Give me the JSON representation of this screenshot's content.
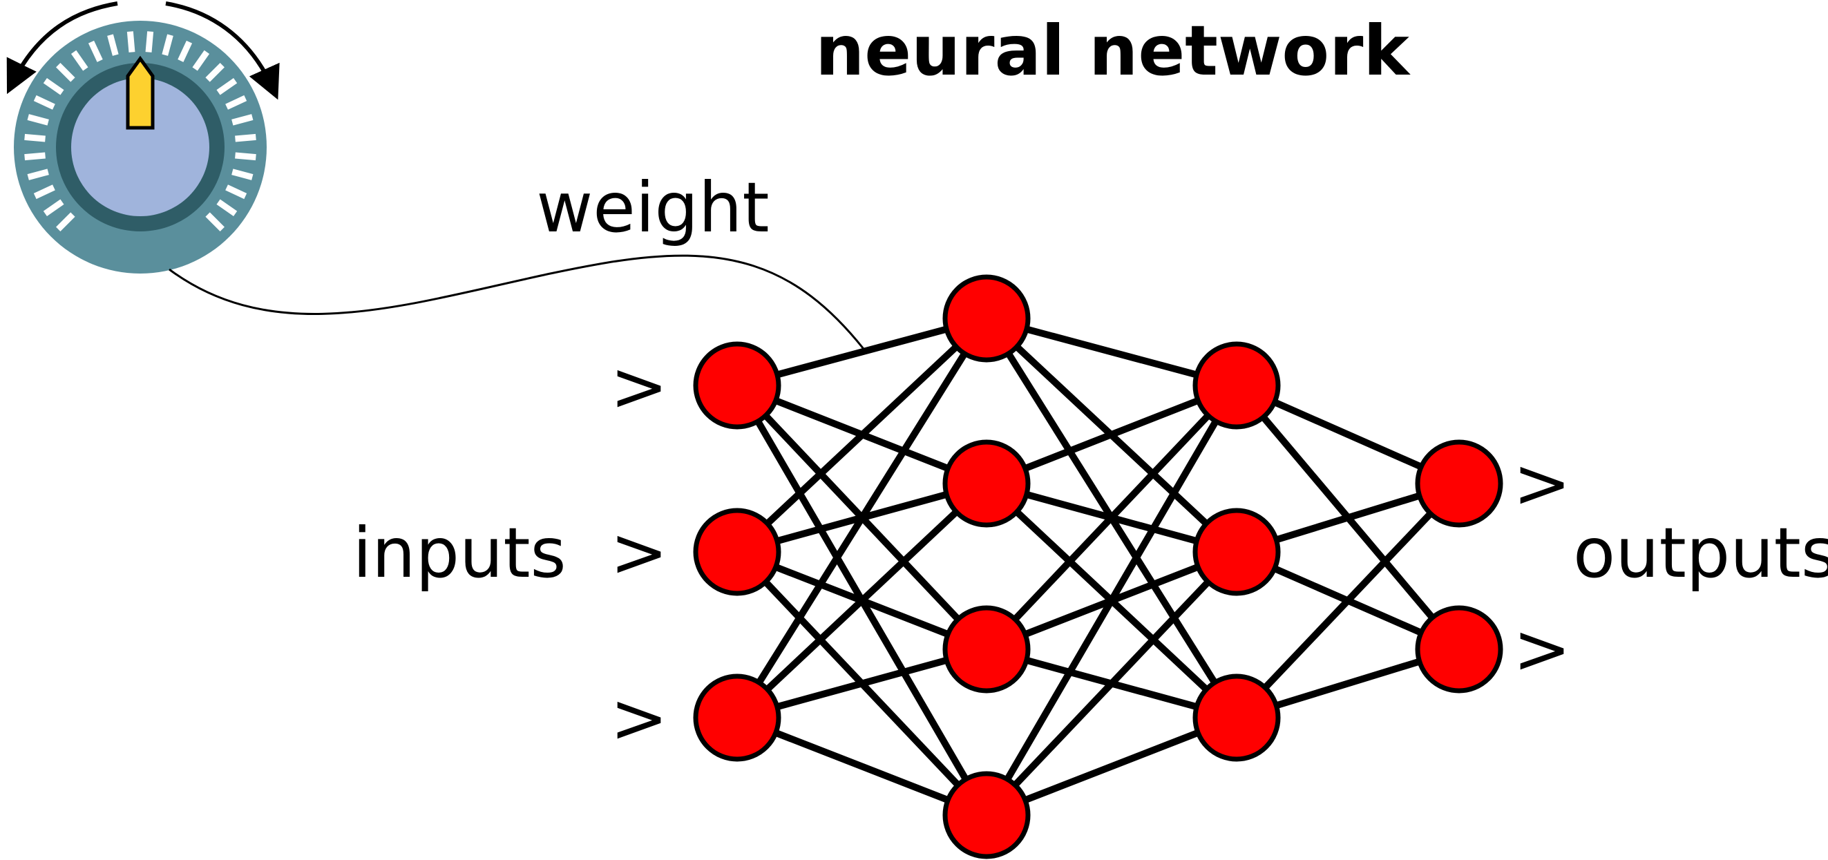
{
  "title": "neural network",
  "labels": {
    "weight": "weight",
    "inputs": "inputs",
    "outputs": "outputs"
  },
  "arrow_glyph": ">",
  "network": {
    "layers": [
      3,
      4,
      3,
      2
    ],
    "node_color": "#ff0000",
    "node_stroke": "#000000",
    "edge_color": "#000000"
  },
  "knob": {
    "outer_color": "#5a8f9c",
    "ring_color": "#2f5d67",
    "face_color": "#a0b4dc",
    "pointer_color": "#fdd12f",
    "tick_color": "#ffffff"
  }
}
